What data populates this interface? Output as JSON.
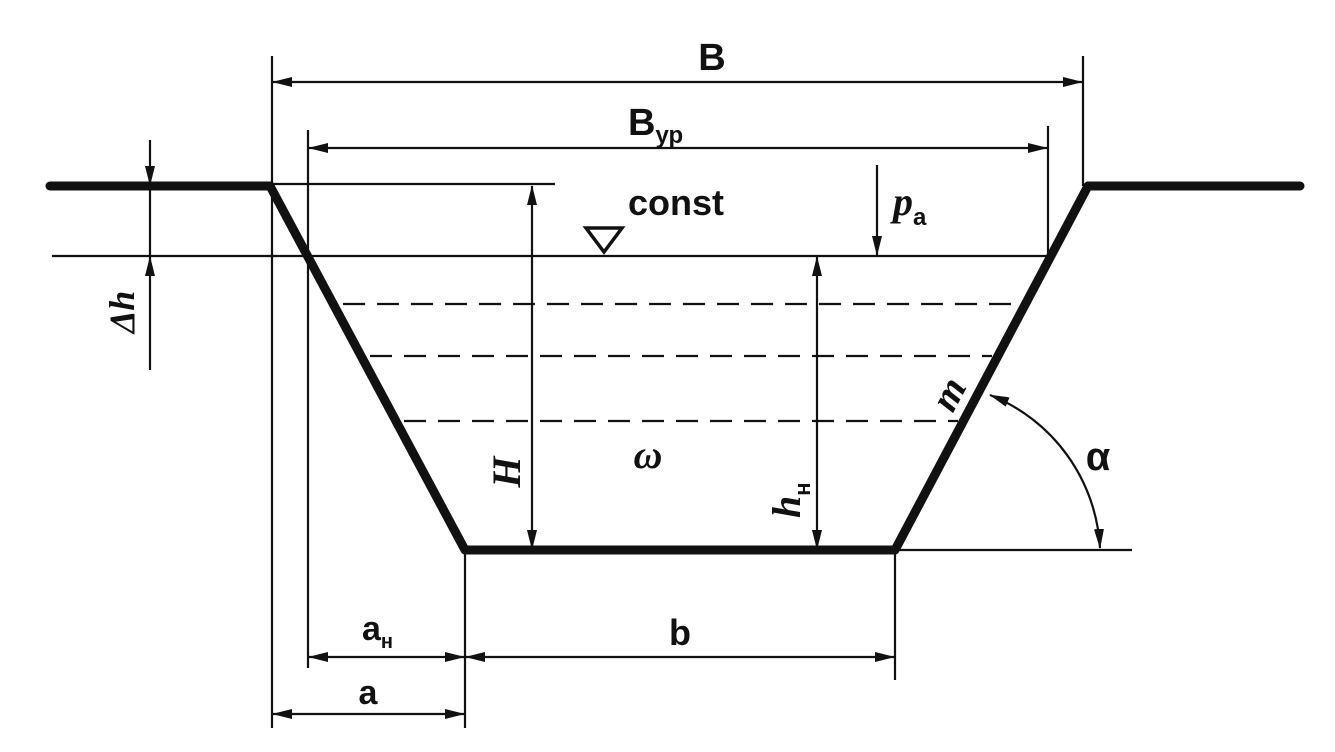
{
  "labels": {
    "total_width": "B",
    "water_width_main": "B",
    "water_width_sub": "ур",
    "level_const": "const",
    "pressure_main": "p",
    "pressure_sub": "a",
    "delta_h": "Δh",
    "depth_H": "H",
    "area": "ω",
    "depth_h_main": "h",
    "depth_h_sub": "н",
    "slope_m": "m",
    "angle": "α",
    "bottom_width": "b",
    "offset_an_main": "a",
    "offset_an_sub": "н",
    "offset_a": "a"
  },
  "colors": {
    "ink": "#111111",
    "background": "#ffffff"
  },
  "icons": {
    "water_level": "triangle-down-icon",
    "arrow": "arrowhead-icon"
  }
}
